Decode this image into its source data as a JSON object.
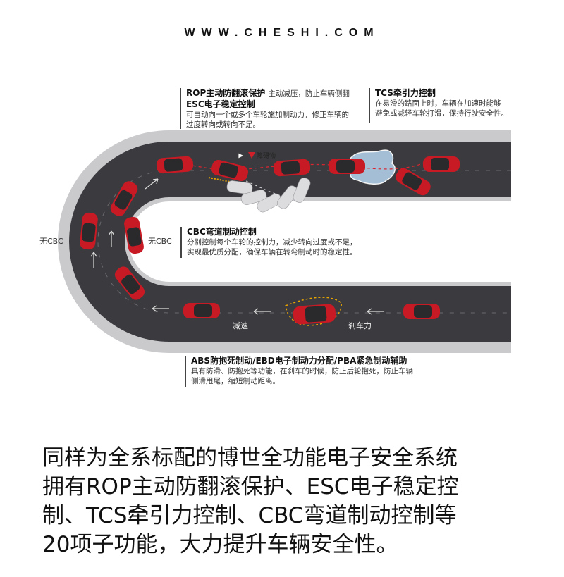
{
  "watermark": "WWW.CHESHI.COM",
  "callouts": {
    "rop": {
      "title": "ROP主动防翻滚保护",
      "aside": "主动减压，防止车辆侧翻",
      "title2": "ESC电子稳定控制",
      "lines": [
        "可自动向一个或多个车轮施加制动力，修正车辆的",
        "过度转向或转向不足。"
      ]
    },
    "tcs": {
      "title": "TCS牵引力控制",
      "lines": [
        "在易滑的路面上时，车辆在加速时能够",
        "避免或减轻车轮打滑，保持行驶安全性。"
      ]
    },
    "cbc": {
      "title": "CBC弯道制动控制",
      "lines": [
        "分别控制每个车轮的控制力，减少转向过度或不足，",
        "实现最优质分配，确保车辆在转弯制动时的稳定性。"
      ]
    },
    "abs": {
      "title": "ABS防抱死制动/EBD电子制动力分配/PBA紧急制动辅助",
      "lines": [
        "具有防滑、防抱死等功能，在刹车的时候，防止后轮抱死，防止车辆",
        "侧滑甩尾，缩短制动距离。"
      ]
    }
  },
  "labels": {
    "no_cbc_outer": "无CBC",
    "no_cbc_inner": "无CBC",
    "obstacle": "障碍物",
    "decelerate": "减速",
    "brake_force": "刹车力"
  },
  "caption": [
    "同样为全系标配的博世全功能电子安全系统",
    "拥有ROP主动防翻滚保护、ESC电子稳定控",
    "制、TCS牵引力控制、CBC弯道制动控制等",
    "20项子功能，大力提升车辆安全性。"
  ],
  "colors": {
    "road": "#3b3b3f",
    "curb": "#c9c9cc",
    "car_red": "#c81a24",
    "car_ghost": "#d9d9dc",
    "ice": "#a9c6de",
    "brake_glow": "#e9a400"
  }
}
